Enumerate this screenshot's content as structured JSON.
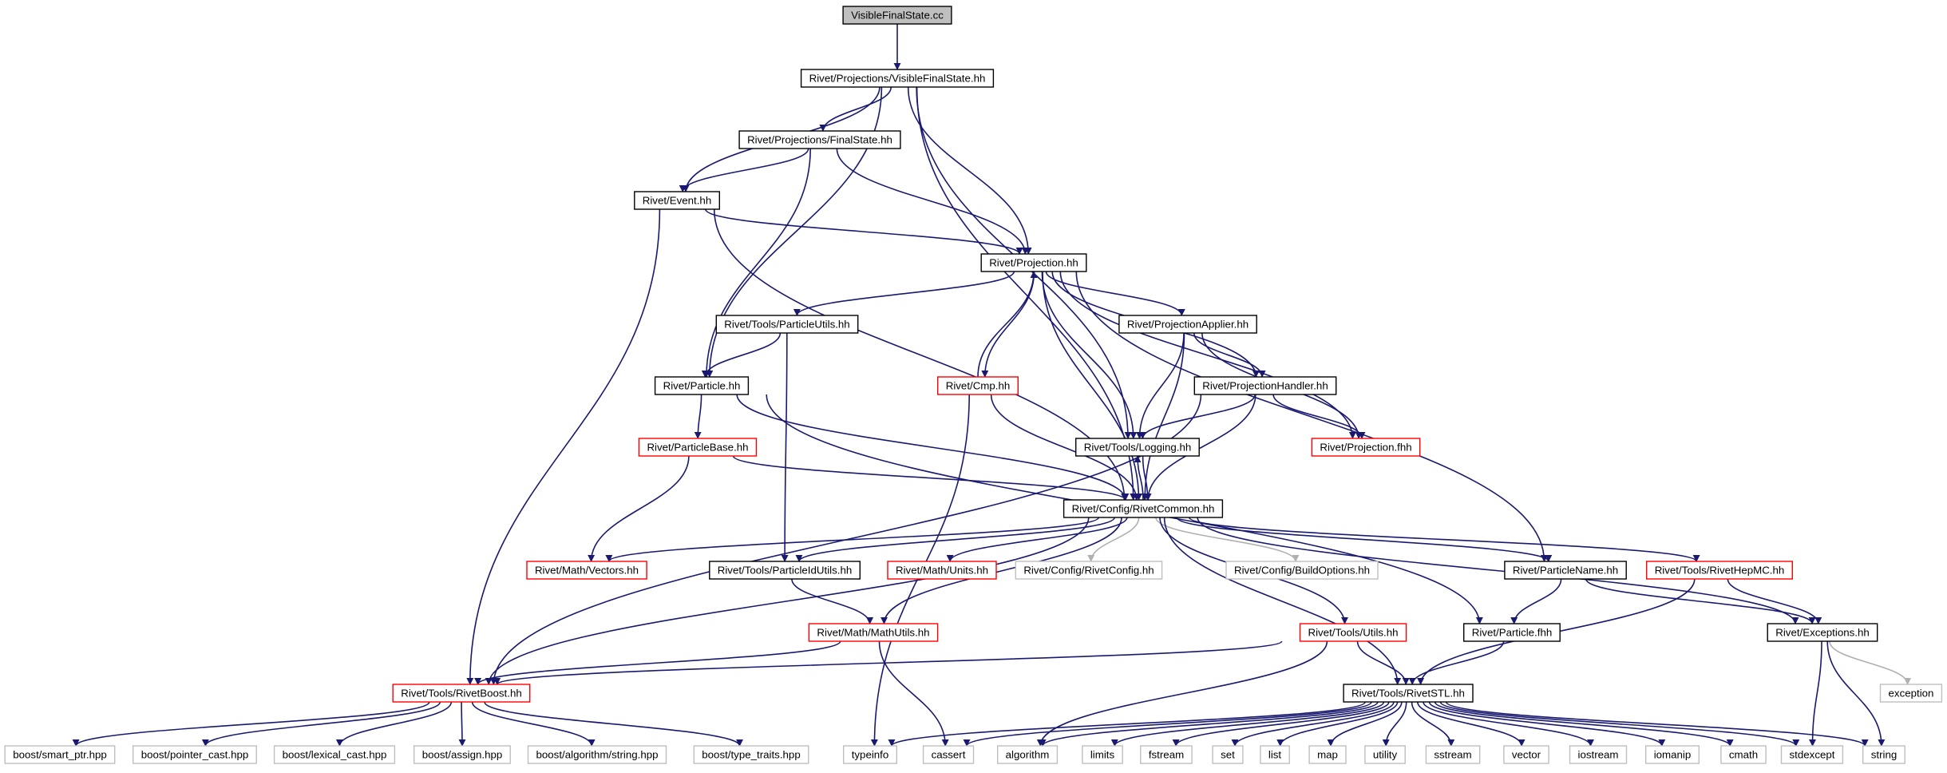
{
  "colors": {
    "edge": "#191970",
    "edge_external": "#b0b0b0",
    "border_normal": "#000000",
    "border_truncated": "#ff0000",
    "border_external": "#bfbfbf",
    "root_fill": "#bfbfbf",
    "node_fill": "#ffffff"
  },
  "nodes": [
    {
      "id": "root",
      "label": "VisibleFinalState.cc",
      "kind": "root"
    },
    {
      "id": "vfs",
      "label": "Rivet/Projections/VisibleFinalState.hh",
      "kind": "normal"
    },
    {
      "id": "fs",
      "label": "Rivet/Projections/FinalState.hh",
      "kind": "normal"
    },
    {
      "id": "event",
      "label": "Rivet/Event.hh",
      "kind": "normal"
    },
    {
      "id": "proj",
      "label": "Rivet/Projection.hh",
      "kind": "normal"
    },
    {
      "id": "putils",
      "label": "Rivet/Tools/ParticleUtils.hh",
      "kind": "normal"
    },
    {
      "id": "papplier",
      "label": "Rivet/ProjectionApplier.hh",
      "kind": "normal"
    },
    {
      "id": "particle",
      "label": "Rivet/Particle.hh",
      "kind": "normal"
    },
    {
      "id": "cmp",
      "label": "Rivet/Cmp.hh",
      "kind": "truncated"
    },
    {
      "id": "phandler",
      "label": "Rivet/ProjectionHandler.hh",
      "kind": "normal"
    },
    {
      "id": "pbase",
      "label": "Rivet/ParticleBase.hh",
      "kind": "truncated"
    },
    {
      "id": "logging",
      "label": "Rivet/Tools/Logging.hh",
      "kind": "normal"
    },
    {
      "id": "projfhh",
      "label": "Rivet/Projection.fhh",
      "kind": "truncated"
    },
    {
      "id": "common",
      "label": "Rivet/Config/RivetCommon.hh",
      "kind": "normal"
    },
    {
      "id": "vectors",
      "label": "Rivet/Math/Vectors.hh",
      "kind": "truncated"
    },
    {
      "id": "pidutils",
      "label": "Rivet/Tools/ParticleIdUtils.hh",
      "kind": "normal"
    },
    {
      "id": "units",
      "label": "Rivet/Math/Units.hh",
      "kind": "truncated"
    },
    {
      "id": "rconfig",
      "label": "Rivet/Config/RivetConfig.hh",
      "kind": "external"
    },
    {
      "id": "bopts",
      "label": "Rivet/Config/BuildOptions.hh",
      "kind": "external"
    },
    {
      "id": "pname",
      "label": "Rivet/ParticleName.hh",
      "kind": "normal"
    },
    {
      "id": "hepmc",
      "label": "Rivet/Tools/RivetHepMC.hh",
      "kind": "truncated"
    },
    {
      "id": "mathutils",
      "label": "Rivet/Math/MathUtils.hh",
      "kind": "truncated"
    },
    {
      "id": "tutils",
      "label": "Rivet/Tools/Utils.hh",
      "kind": "truncated"
    },
    {
      "id": "pfhh",
      "label": "Rivet/Particle.fhh",
      "kind": "normal"
    },
    {
      "id": "exceptions",
      "label": "Rivet/Exceptions.hh",
      "kind": "normal"
    },
    {
      "id": "exception",
      "label": "exception",
      "kind": "external"
    },
    {
      "id": "boost",
      "label": "Rivet/Tools/RivetBoost.hh",
      "kind": "truncated"
    },
    {
      "id": "stl",
      "label": "Rivet/Tools/RivetSTL.hh",
      "kind": "normal"
    },
    {
      "id": "smartptr",
      "label": "boost/smart_ptr.hpp",
      "kind": "external"
    },
    {
      "id": "pcast",
      "label": "boost/pointer_cast.hpp",
      "kind": "external"
    },
    {
      "id": "lcast",
      "label": "boost/lexical_cast.hpp",
      "kind": "external"
    },
    {
      "id": "assign",
      "label": "boost/assign.hpp",
      "kind": "external"
    },
    {
      "id": "algstring",
      "label": "boost/algorithm/string.hpp",
      "kind": "external"
    },
    {
      "id": "typetraits",
      "label": "boost/type_traits.hpp",
      "kind": "external"
    },
    {
      "id": "typeinfo",
      "label": "typeinfo",
      "kind": "external"
    },
    {
      "id": "cassert",
      "label": "cassert",
      "kind": "external"
    },
    {
      "id": "algorithm",
      "label": "algorithm",
      "kind": "external"
    },
    {
      "id": "limits",
      "label": "limits",
      "kind": "external"
    },
    {
      "id": "fstream",
      "label": "fstream",
      "kind": "external"
    },
    {
      "id": "set",
      "label": "set",
      "kind": "external"
    },
    {
      "id": "list",
      "label": "list",
      "kind": "external"
    },
    {
      "id": "map",
      "label": "map",
      "kind": "external"
    },
    {
      "id": "utility",
      "label": "utility",
      "kind": "external"
    },
    {
      "id": "sstream",
      "label": "sstream",
      "kind": "external"
    },
    {
      "id": "vector",
      "label": "vector",
      "kind": "external"
    },
    {
      "id": "iostream",
      "label": "iostream",
      "kind": "external"
    },
    {
      "id": "iomanip",
      "label": "iomanip",
      "kind": "external"
    },
    {
      "id": "cmath",
      "label": "cmath",
      "kind": "external"
    },
    {
      "id": "stdexcept",
      "label": "stdexcept",
      "kind": "external"
    },
    {
      "id": "string",
      "label": "string",
      "kind": "external"
    }
  ],
  "edges": [
    [
      "root",
      "vfs"
    ],
    [
      "vfs",
      "fs"
    ],
    [
      "vfs",
      "event"
    ],
    [
      "vfs",
      "proj"
    ],
    [
      "vfs",
      "particle"
    ],
    [
      "vfs",
      "logging"
    ],
    [
      "vfs",
      "common"
    ],
    [
      "fs",
      "event"
    ],
    [
      "fs",
      "proj"
    ],
    [
      "fs",
      "particle"
    ],
    [
      "event",
      "proj"
    ],
    [
      "event",
      "common"
    ],
    [
      "event",
      "boost"
    ],
    [
      "proj",
      "putils"
    ],
    [
      "proj",
      "papplier"
    ],
    [
      "proj",
      "phandler"
    ],
    [
      "proj",
      "cmp"
    ],
    [
      "proj",
      "logging"
    ],
    [
      "proj",
      "projfhh"
    ],
    [
      "proj",
      "common"
    ],
    [
      "proj",
      "pname"
    ],
    [
      "putils",
      "particle"
    ],
    [
      "putils",
      "pidutils"
    ],
    [
      "papplier",
      "phandler"
    ],
    [
      "papplier",
      "logging"
    ],
    [
      "papplier",
      "projfhh"
    ],
    [
      "papplier",
      "common"
    ],
    [
      "particle",
      "pbase"
    ],
    [
      "particle",
      "common"
    ],
    [
      "particle",
      "pfhh"
    ],
    [
      "cmp",
      "proj"
    ],
    [
      "cmp",
      "common"
    ],
    [
      "cmp",
      "typeinfo"
    ],
    [
      "phandler",
      "logging"
    ],
    [
      "phandler",
      "projfhh"
    ],
    [
      "phandler",
      "common"
    ],
    [
      "phandler",
      "boost"
    ],
    [
      "pbase",
      "vectors"
    ],
    [
      "pbase",
      "common"
    ],
    [
      "logging",
      "common"
    ],
    [
      "common",
      "logging"
    ],
    [
      "common",
      "vectors"
    ],
    [
      "common",
      "pidutils"
    ],
    [
      "common",
      "units"
    ],
    [
      "common",
      "rconfig"
    ],
    [
      "common",
      "bopts"
    ],
    [
      "common",
      "pname"
    ],
    [
      "common",
      "hepmc"
    ],
    [
      "common",
      "mathutils"
    ],
    [
      "common",
      "tutils"
    ],
    [
      "common",
      "exceptions"
    ],
    [
      "common",
      "boost"
    ],
    [
      "common",
      "stl"
    ],
    [
      "pidutils",
      "mathutils"
    ],
    [
      "mathutils",
      "boost"
    ],
    [
      "mathutils",
      "cassert"
    ],
    [
      "tutils",
      "boost"
    ],
    [
      "tutils",
      "stl"
    ],
    [
      "tutils",
      "algorithm"
    ],
    [
      "pname",
      "pfhh"
    ],
    [
      "pname",
      "exceptions"
    ],
    [
      "hepmc",
      "exceptions"
    ],
    [
      "hepmc",
      "stl"
    ],
    [
      "pfhh",
      "stl"
    ],
    [
      "exceptions",
      "exception"
    ],
    [
      "exceptions",
      "stdexcept"
    ],
    [
      "exceptions",
      "string"
    ],
    [
      "boost",
      "smartptr"
    ],
    [
      "boost",
      "pcast"
    ],
    [
      "boost",
      "lcast"
    ],
    [
      "boost",
      "assign"
    ],
    [
      "boost",
      "algstring"
    ],
    [
      "boost",
      "typetraits"
    ],
    [
      "stl",
      "typeinfo"
    ],
    [
      "stl",
      "cassert"
    ],
    [
      "stl",
      "algorithm"
    ],
    [
      "stl",
      "limits"
    ],
    [
      "stl",
      "fstream"
    ],
    [
      "stl",
      "set"
    ],
    [
      "stl",
      "list"
    ],
    [
      "stl",
      "map"
    ],
    [
      "stl",
      "utility"
    ],
    [
      "stl",
      "sstream"
    ],
    [
      "stl",
      "vector"
    ],
    [
      "stl",
      "iostream"
    ],
    [
      "stl",
      "iomanip"
    ],
    [
      "stl",
      "cmath"
    ],
    [
      "stl",
      "stdexcept"
    ],
    [
      "stl",
      "string"
    ]
  ]
}
